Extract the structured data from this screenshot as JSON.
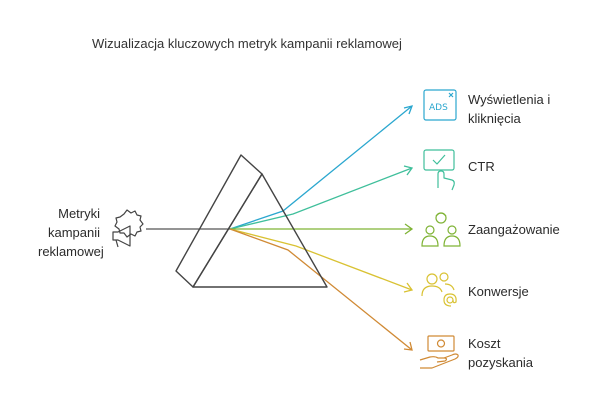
{
  "title": "Wizualizacja kluczowych metryk kampanii reklamowej",
  "input": {
    "lines": [
      "Metryki",
      "kampanii",
      "reklamowej"
    ]
  },
  "outputs": [
    {
      "lines": [
        "Wyświetlenia i",
        "kliknięcia"
      ],
      "icon": "ads-icon",
      "color": "#2ba7cf"
    },
    {
      "lines": [
        "CTR"
      ],
      "icon": "touch-screen-icon",
      "color": "#3fbf9b"
    },
    {
      "lines": [
        "Zaangażowanie"
      ],
      "icon": "people-group-icon",
      "color": "#7fb335"
    },
    {
      "lines": [
        "Konwersje"
      ],
      "icon": "people-at-icon",
      "color": "#d9c233"
    },
    {
      "lines": [
        "Koszt",
        "pozyskania"
      ],
      "icon": "money-hand-icon",
      "color": "#d08a35"
    }
  ],
  "ads_text": "ADS"
}
